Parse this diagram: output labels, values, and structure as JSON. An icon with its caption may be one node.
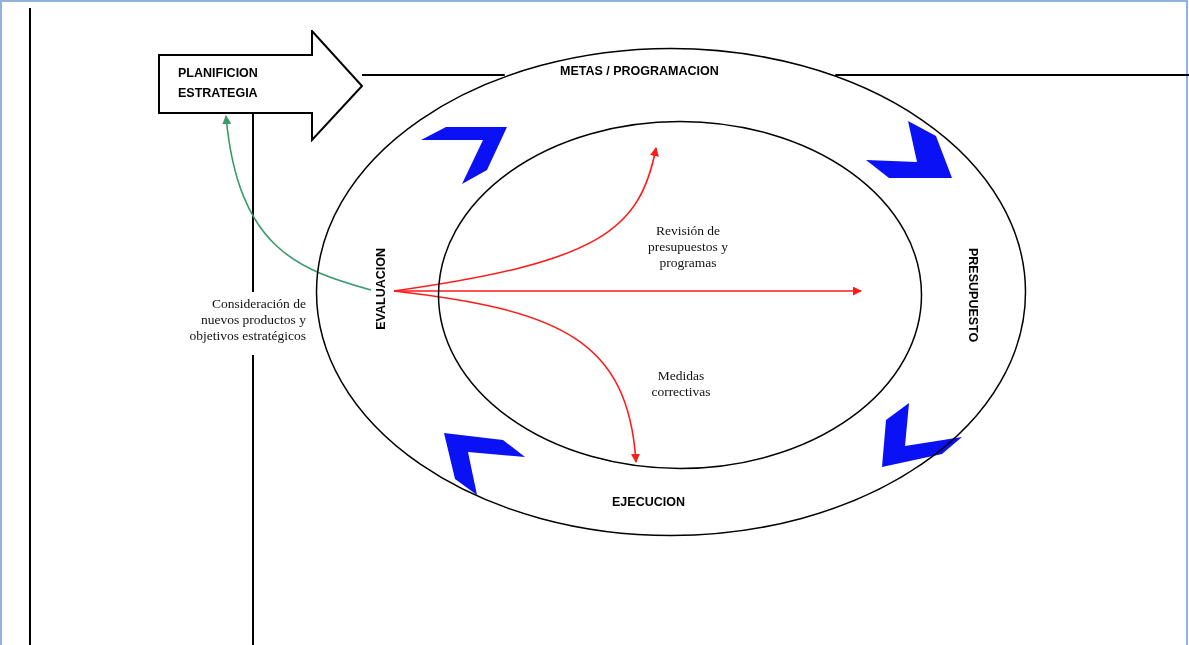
{
  "diagram": {
    "nodes": [
      {
        "text": [
          "PLANIFICION ESTRATEGIA"
        ]
      },
      {
        "text": [],
        "shape": "ellipse"
      },
      {
        "text": [],
        "shape": "ellipse",
        "in": 1
      },
      {
        "text": [
          "METAS / PROGRAMACION"
        ],
        "in": 1
      },
      {
        "text": [
          "PRESUPUESTO"
        ],
        "in": 1
      },
      {
        "text": [
          "EJECUCION"
        ],
        "in": 1
      },
      {
        "text": [
          "EVALUACION"
        ],
        "in": 1
      }
    ],
    "edges": [
      {
        "from": 6,
        "to": 0,
        "arrow": "to",
        "label": "Consideración de nuevos productos y objetivos estratégicos",
        "color": "#3a9a6a"
      },
      {
        "from": 6,
        "to": 2,
        "arrow": "to"
      },
      {
        "from": 6,
        "to": 2,
        "arrow": "to",
        "label": "Revisión de presupuestos y programas"
      },
      {
        "from": 6,
        "to": 2,
        "arrow": "to",
        "label": "Medidas correctivas"
      }
    ]
  }
}
